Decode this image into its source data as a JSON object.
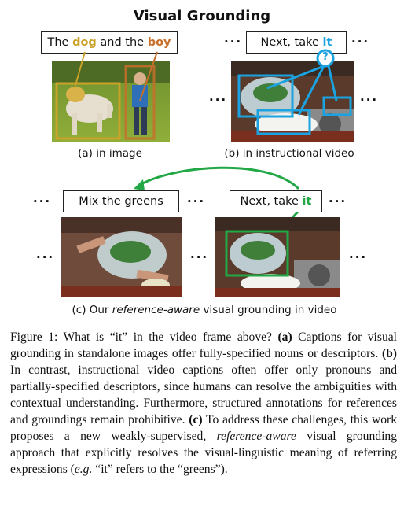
{
  "title": "Visual Grounding",
  "panel_a": {
    "caption_parts": [
      "The ",
      "dog",
      " and the ",
      "boy"
    ],
    "sub_caption": "(a) in image",
    "dog_color": "#c9a227",
    "boy_color": "#c86f2a"
  },
  "panel_b": {
    "caption_prefix": "Next, take ",
    "caption_keyword": "it",
    "question_mark": "?",
    "sub_caption": "(b) in instructional video",
    "accent_color": "#1aa3e0"
  },
  "panel_c": {
    "left_caption": "Mix the greens",
    "right_caption_prefix": "Next, take ",
    "right_caption_keyword": "it",
    "sub_caption_parts": [
      "(c) Our ",
      "reference-aware",
      " visual grounding in video"
    ],
    "accent_color": "#22a846"
  },
  "ellipsis": "···",
  "figure_caption": {
    "label": "Figure 1:",
    "text_1": " What is “it” in the video frame above? ",
    "a_label": "(a)",
    "text_2": " Captions for visual grounding in standalone images offer fully-specified nouns or descriptors. ",
    "b_label": "(b)",
    "text_3": " In contrast, instructional video captions often offer only pronouns and partially-specified descriptors, since humans can resolve the ambiguities with contextual understanding. Furthermore, structured annotations for references and groundings remain prohibitive. ",
    "c_label": "(c)",
    "text_4": " To address these challenges, this work proposes a new weakly-supervised, ",
    "text_5_italic": "reference-aware",
    "text_6": " visual grounding approach that explicitly resolves the visual-linguistic meaning of referring expressions (",
    "text_7_italic": "e.g.",
    "text_8": " “it” refers to the “greens”)."
  }
}
